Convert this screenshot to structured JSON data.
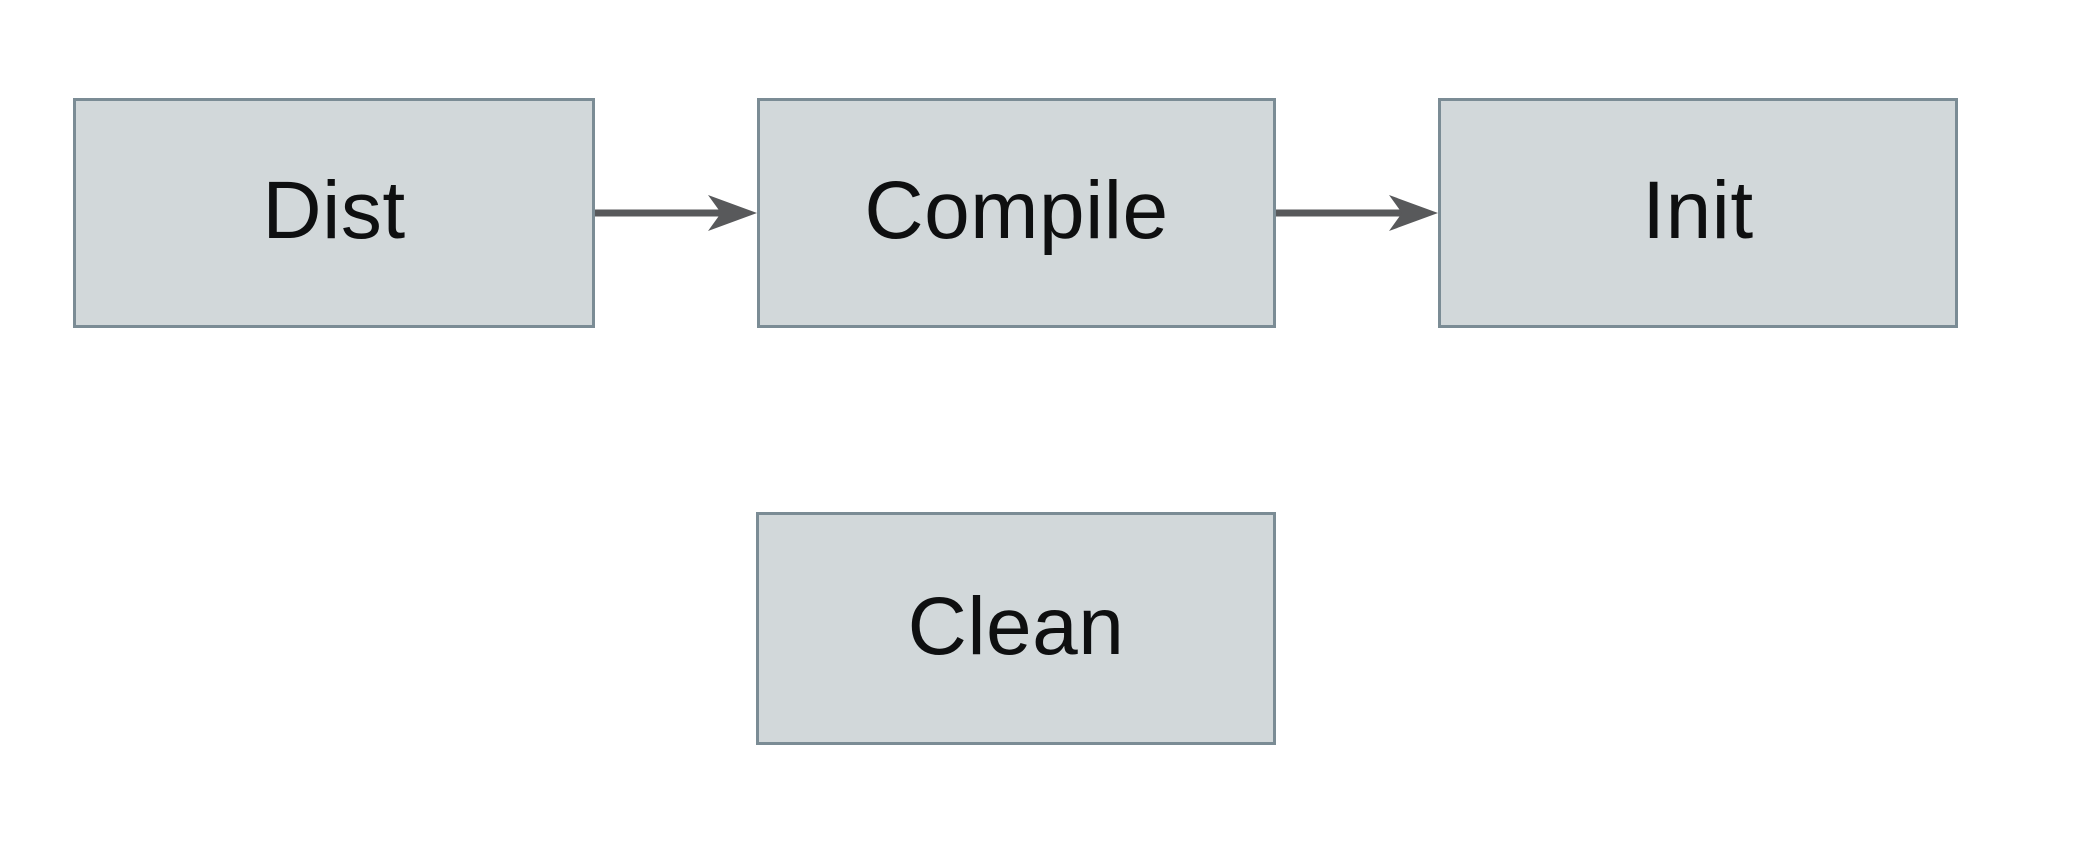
{
  "diagram": {
    "type": "flowchart",
    "nodes": [
      {
        "id": "dist",
        "label": "Dist"
      },
      {
        "id": "compile",
        "label": "Compile"
      },
      {
        "id": "init",
        "label": "Init"
      },
      {
        "id": "clean",
        "label": "Clean"
      }
    ],
    "edges": [
      {
        "from": "Dist",
        "to": "Compile",
        "style": "arrow-right"
      },
      {
        "from": "Compile",
        "to": "Init",
        "style": "arrow-right"
      }
    ],
    "colors": {
      "background": "#ffffff",
      "node_fill": "#d2d8da",
      "node_border": "#7b8c95",
      "arrow": "#58595b",
      "text": "#0e0f10"
    }
  }
}
